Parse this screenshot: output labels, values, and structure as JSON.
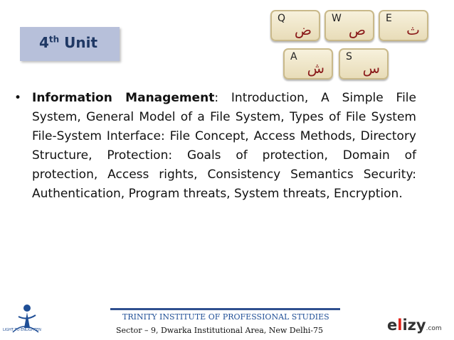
{
  "slide": {
    "title_main": "4",
    "title_sup": "th",
    "title_rest": " Unit"
  },
  "keyboard": [
    {
      "latin": "Q",
      "arabic": "ض"
    },
    {
      "latin": "W",
      "arabic": "ص"
    },
    {
      "latin": "E",
      "arabic": "ث"
    },
    {
      "latin": "A",
      "arabic": "ش"
    },
    {
      "latin": "S",
      "arabic": "س"
    }
  ],
  "content": {
    "bullet_symbol": "•",
    "heading": "Information Management",
    "body": ": Introduction, A Simple File System, General Model of a File System, Types of File System File-System Interface: File Concept, Access Methods, Directory Structure, Protection: Goals of protection, Domain of protection, Access rights, Consistency Semantics Security: Authentication, Program threats, System threats, Encryption."
  },
  "footer": {
    "institute_name": "TRINITY INSTITUTE OF PROFESSIONAL STUDIES",
    "address": "Sector – 9, Dwarka Institutional Area, New Delhi-75"
  },
  "logos": {
    "left_tagline": "LIGHT TO ENLIGHTEN",
    "right_prefix": "e",
    "right_accent": "l",
    "right_suffix": "izy",
    "right_domain": ".com"
  },
  "colors": {
    "title_bar": "#b7c0da",
    "title_text": "#1f3864",
    "footer_line": "#2f4f8f",
    "institute_text": "#1f4e96"
  }
}
